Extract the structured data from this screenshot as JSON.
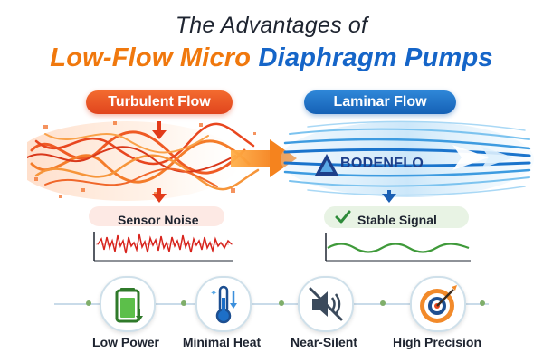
{
  "title": {
    "line1": "The Advantages of",
    "line2_part1": "Low-Flow",
    "line2_part2": "Micro",
    "line2_part3": "Diaphragm Pumps"
  },
  "turbulent": {
    "label": "Turbulent Flow",
    "card_label": "Sensor Noise"
  },
  "laminar": {
    "label": "Laminar Flow",
    "brand": "BODENFLO",
    "card_label": "Stable Signal"
  },
  "features": [
    {
      "label": "Low Power",
      "icon": "battery-icon"
    },
    {
      "label": "Minimal Heat",
      "icon": "thermometer-icon"
    },
    {
      "label": "Near-Silent",
      "icon": "muted-speaker-icon"
    },
    {
      "label": "High Precision",
      "icon": "target-icon"
    }
  ],
  "colors": {
    "orange": "#f0780d",
    "red": "#e0441d",
    "blue": "#1565c8",
    "green": "#4caf50"
  }
}
